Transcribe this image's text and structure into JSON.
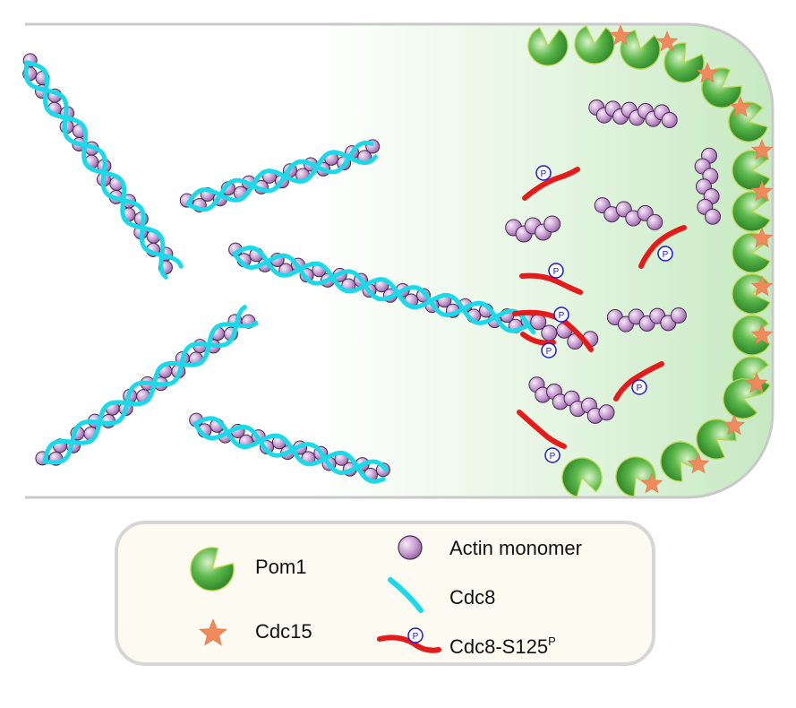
{
  "legend": {
    "pom1": "Pom1",
    "cdc15": "Cdc15",
    "actin_monomer": "Actin monomer",
    "cdc8": "Cdc8",
    "cdc8_s125_base": "Cdc8-S125",
    "cdc8_s125_superscript": "P",
    "phospho_marker": "P"
  },
  "colors": {
    "pom1": "#3aa13a",
    "cdc15": "#f08a5d",
    "actin": "#c79bd0",
    "cdc8": "#1ad9e8",
    "cdc8_phospho": "#e51b1b",
    "phospho_circle": "#1a1ad6",
    "gradient_end": "#c8ebc4",
    "legend_bg": "#fdfaf1"
  },
  "icons": [
    "pom1-icon",
    "cdc15-star-icon",
    "actin-monomer-icon",
    "cdc8-strand-icon",
    "cdc8-s125p-strand-icon",
    "phospho-marker-icon"
  ]
}
